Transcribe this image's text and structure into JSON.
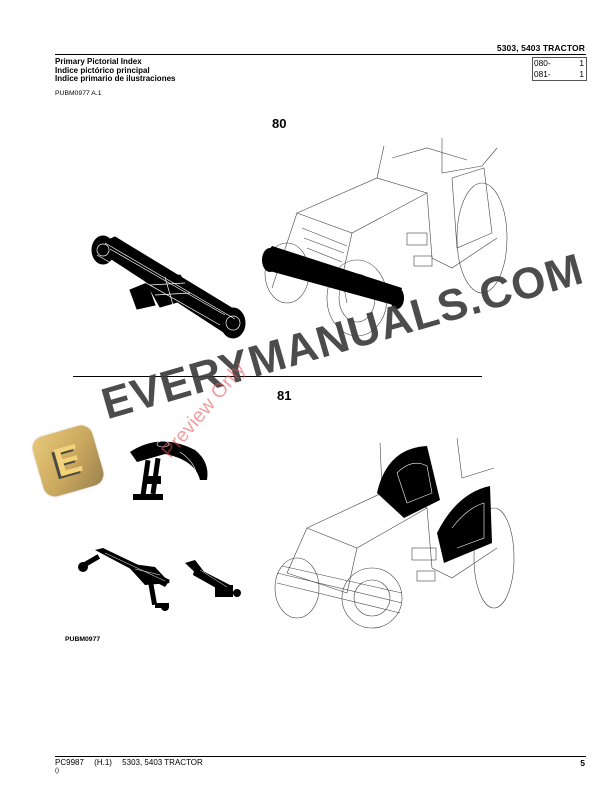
{
  "header": {
    "model_title": "5303,  5403  TRACTOR",
    "titles": [
      "Primary Pictorial Index",
      "Indice pictórico principal",
      "Indice primario de ilustraciones"
    ],
    "reference": "PUBM0977 A.1",
    "index_box": [
      {
        "code": "080-",
        "page": "1"
      },
      {
        "code": "081-",
        "page": "1"
      }
    ]
  },
  "sections": [
    {
      "label": "80",
      "description": "Front axle assembly illustration with tractor callout"
    },
    {
      "label": "81",
      "description": "Fender and steering linkage illustration with tractor callout"
    }
  ],
  "figure_reference": "PUBM0977",
  "footer": {
    "doc_code": "PC9987",
    "revision": "(H.1)",
    "model": "5303, 5403 TRACTOR",
    "sub": "()",
    "page_number": "5"
  },
  "watermark": {
    "brand": "EVERYMANUALS.COM",
    "preview": "Preview Only",
    "logo_letter": "E",
    "colors": {
      "brand_text": "#3d3d3d",
      "preview_text": "#e05050",
      "logo_gold": "#d4b36a"
    }
  }
}
